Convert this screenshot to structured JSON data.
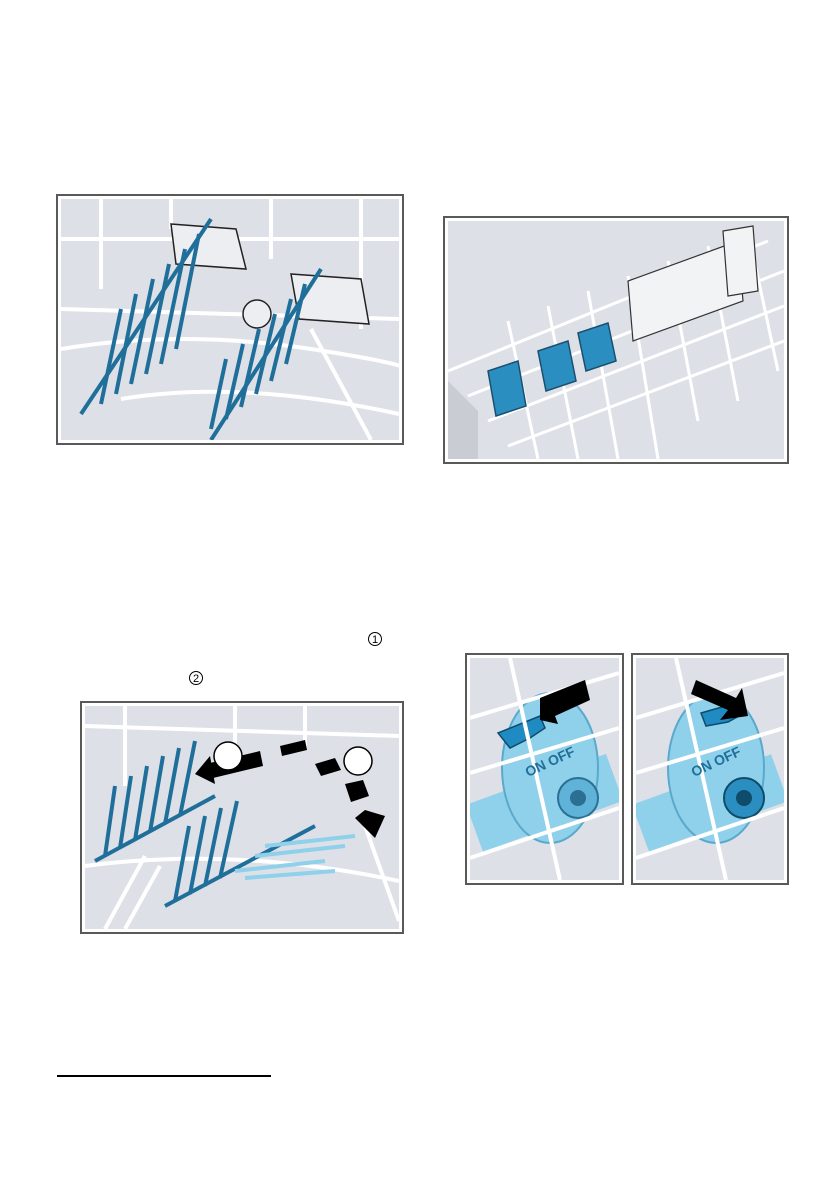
{
  "colors": {
    "frame_border": "#595959",
    "figure_bg": "#dde0e7",
    "rack_blue": "#1f6f9a",
    "rack_light_blue": "#8fd0ea",
    "wire_white": "#ffffff"
  },
  "markers": {
    "step_1": "1",
    "step_2": "2"
  },
  "figures": {
    "tine_rack_clips": {
      "icon": "tine-rack-clip-icon"
    },
    "cutlery_drawer": {
      "icon": "cutlery-drawer-icon"
    },
    "fold_tines": {
      "icon": "fold-tines-icon",
      "callout_1": "",
      "callout_2": ""
    },
    "switch_on": {
      "icon": "valve-switch-on-icon",
      "label": "ON OFF"
    },
    "switch_off": {
      "icon": "valve-switch-off-icon",
      "label": "ON OFF"
    }
  }
}
